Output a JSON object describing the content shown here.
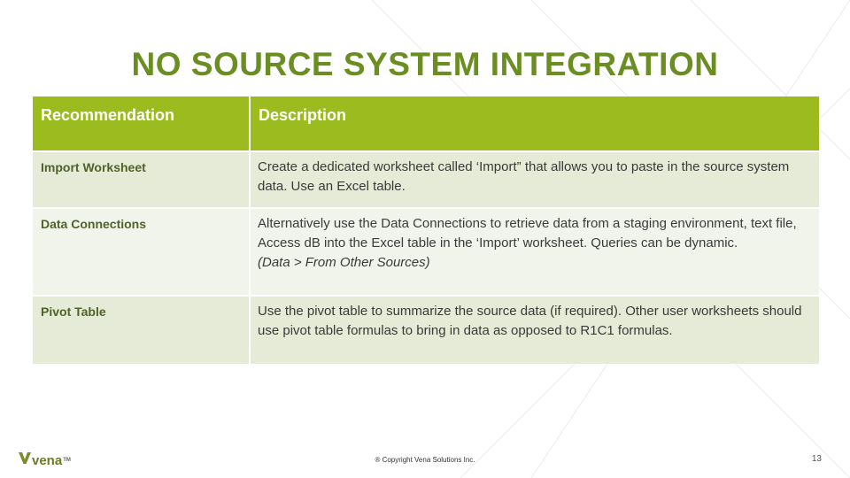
{
  "slide": {
    "title": "NO SOURCE SYSTEM INTEGRATION",
    "page_number": "13",
    "copyright": "® Copyright Vena Solutions Inc.",
    "logo_text": "vena",
    "logo_mark": "TM"
  },
  "colors": {
    "title": "#6b8e23",
    "header_bg": "#9bbb1f",
    "row_bg": "#e5ebd6",
    "row_bg_alt": "#f1f4ea",
    "label_text": "#4f6228"
  },
  "table": {
    "headers": [
      "Recommendation",
      "Description"
    ],
    "rows": [
      {
        "name": "Import Worksheet",
        "description": "Create a dedicated worksheet called ‘Import” that allows you to paste in the source system data. Use an Excel table.",
        "note": ""
      },
      {
        "name": "Data Connections",
        "description": "Alternatively use the Data Connections to retrieve data from a staging environment, text file, Access dB into the Excel table in the ‘Import’ worksheet. Queries can be dynamic.",
        "note": "(Data > From Other Sources)"
      },
      {
        "name": "Pivot Table",
        "description": "Use the pivot table to summarize the source data (if required). Other user worksheets should use pivot table formulas to bring in data as opposed to R1C1 formulas.",
        "note": ""
      }
    ]
  }
}
